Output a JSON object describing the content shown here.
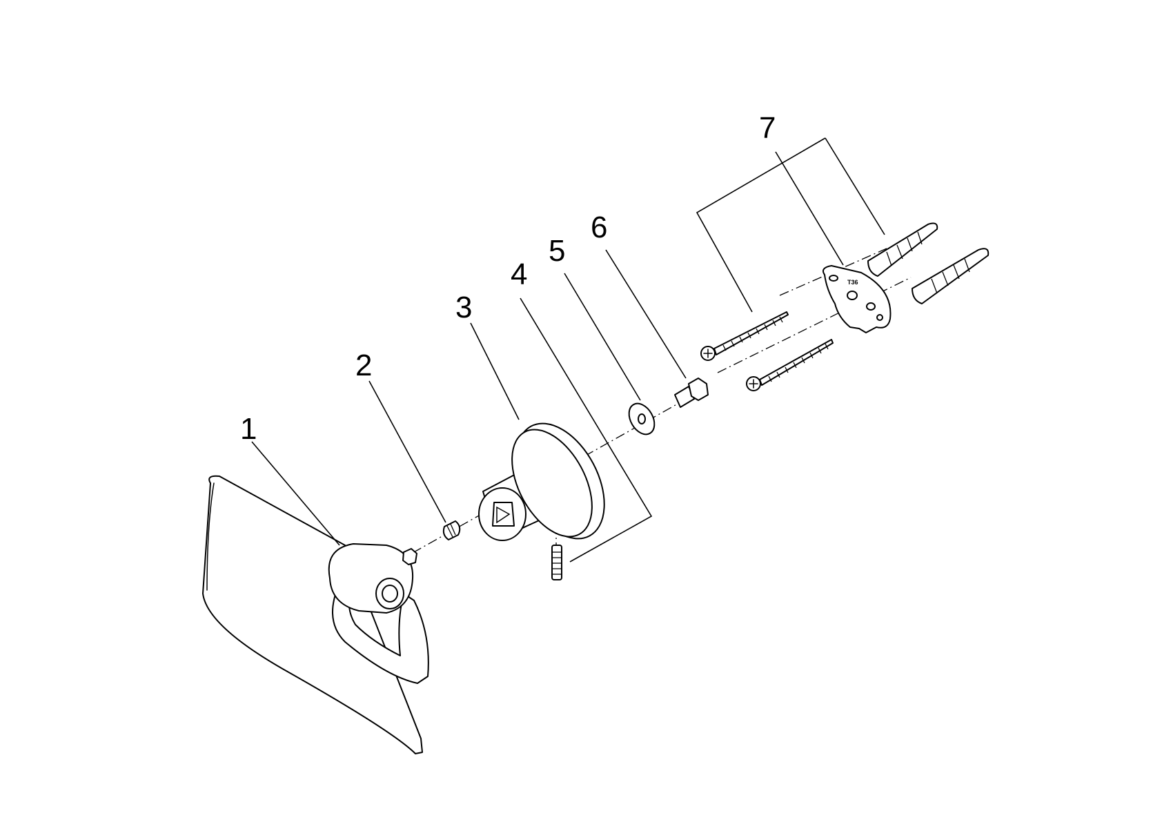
{
  "callouts": {
    "c1": "1",
    "c2": "2",
    "c3": "3",
    "c4": "4",
    "c5": "5",
    "c6": "6",
    "c7": "7"
  },
  "plate_mark": "T36",
  "colors": {
    "line": "#000000",
    "background": "#ffffff"
  }
}
